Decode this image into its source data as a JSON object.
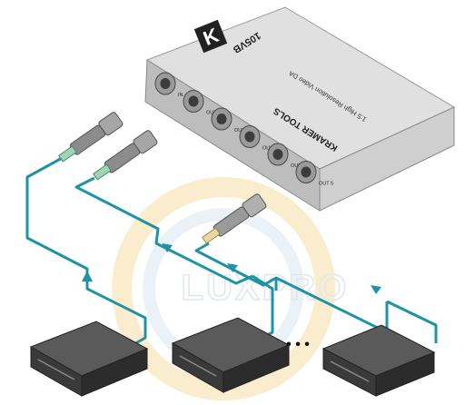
{
  "device": {
    "model": "105VB",
    "brand_panel": "KRAMER TOOLS",
    "subtitle": "1:5 High Resolution Video DA",
    "logo_letter": "K",
    "port_labels": [
      "IN",
      "OUT 1",
      "OUT 2",
      "OUT 3",
      "OUT 4",
      "OUT 5"
    ]
  },
  "diagram": {
    "ellipsis": "• • •"
  },
  "watermark": {
    "text": "LUXPRO"
  },
  "colors": {
    "cable": "#1f93a3",
    "device_top": "#dcdcdc",
    "device_front": "#b8b8b8",
    "monitor_dark": "#3a3a3a",
    "watermark_ring": "#f6e3b0"
  }
}
